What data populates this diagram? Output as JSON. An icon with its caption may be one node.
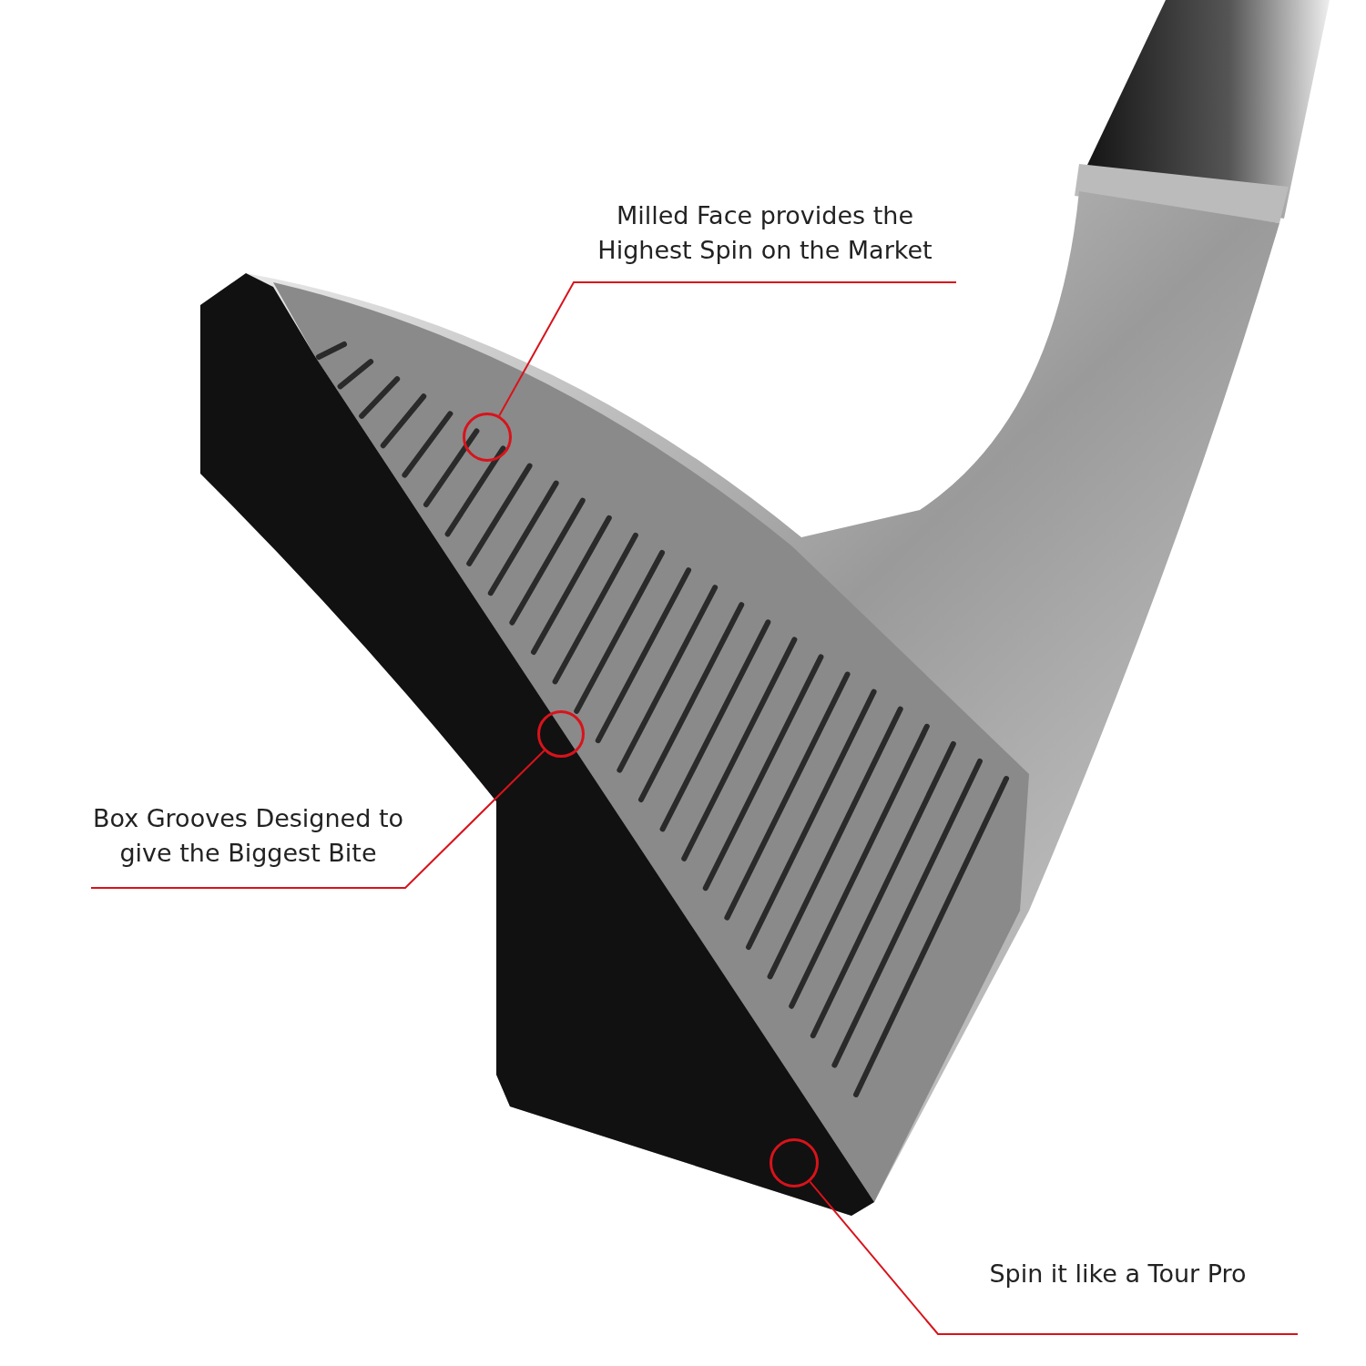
{
  "diagram": {
    "nodes": [
      {
        "text": [
          "Milled Face provides the Highest Spin on the Market"
        ]
      },
      {
        "text": [],
        "shape": "circle"
      },
      {
        "text": [
          "Box Grooves Designed to give the Biggest Bite"
        ]
      },
      {
        "text": [],
        "shape": "circle"
      },
      {
        "text": [
          "Spin it like a Tour Pro"
        ]
      },
      {
        "text": [],
        "shape": "circle"
      }
    ],
    "edges": [
      {
        "from": 0,
        "to": 1,
        "arrow": "none"
      },
      {
        "from": 2,
        "to": 3,
        "arrow": "none"
      },
      {
        "from": 4,
        "to": 5,
        "arrow": "none"
      }
    ]
  }
}
